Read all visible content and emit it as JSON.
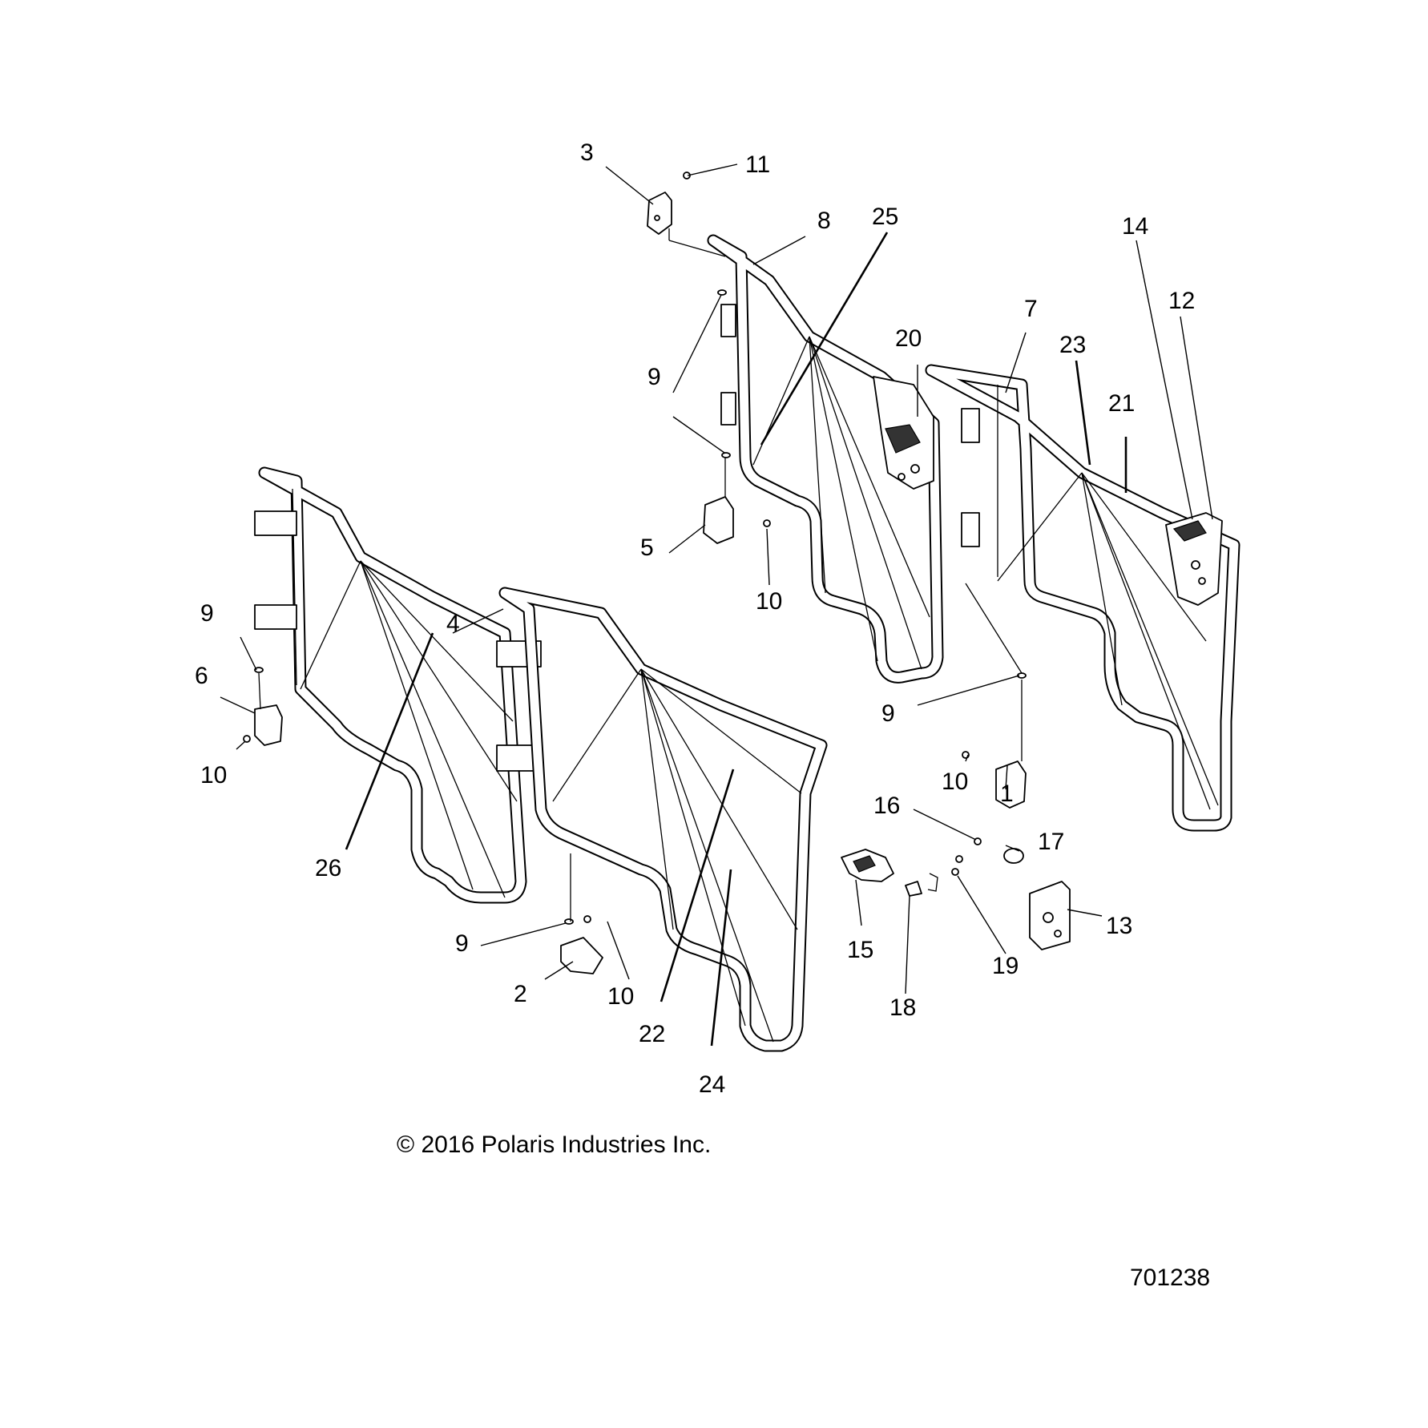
{
  "diagram": {
    "callouts": [
      "1",
      "2",
      "3",
      "4",
      "5",
      "6",
      "7",
      "8",
      "9",
      "10",
      "11",
      "12",
      "13",
      "14",
      "15",
      "16",
      "17",
      "18",
      "19",
      "20",
      "21",
      "22",
      "23",
      "24",
      "25",
      "26"
    ],
    "copyright": "© 2016 Polaris Industries Inc.",
    "figure_number": "701238"
  }
}
